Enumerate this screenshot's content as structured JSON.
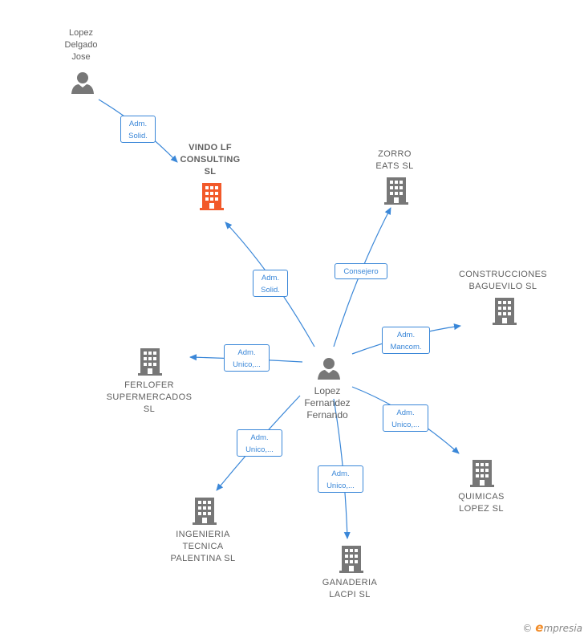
{
  "colors": {
    "edge": "#3a87d8",
    "node_gray": "#777777",
    "highlight": "#f2592a"
  },
  "nodes": {
    "lopez_delgado": {
      "label": "Lopez\nDelgado\nJose",
      "icon": "person-icon"
    },
    "vindo": {
      "label": "VINDO LF\nCONSULTING\nSL",
      "icon": "building-icon-highlight"
    },
    "zorro": {
      "label": "ZORRO\nEATS  SL",
      "icon": "building-icon"
    },
    "construcciones": {
      "label": "CONSTRUCCIONES\nBAGUEVILO SL",
      "icon": "building-icon"
    },
    "ferlofer": {
      "label": "FERLOFER\nSUPERMERCADOS\nSL",
      "icon": "building-icon"
    },
    "center": {
      "label": "Lopez\nFernandez\nFernando",
      "icon": "person-icon"
    },
    "quimicas": {
      "label": "QUIMICAS\nLOPEZ SL",
      "icon": "building-icon"
    },
    "ingenieria": {
      "label": "INGENIERIA\nTECNICA\nPALENTINA  SL",
      "icon": "building-icon"
    },
    "ganaderia": {
      "label": "GANADERIA\nLACPI  SL",
      "icon": "building-icon"
    }
  },
  "edges": {
    "delgado_vindo": "Adm.\nSolid.",
    "center_vindo": "Adm.\nSolid.",
    "center_zorro": "Consejero",
    "center_construcciones": "Adm.\nMancom.",
    "center_ferlofer": "Adm.\nUnico,...",
    "center_quimicas": "Adm.\nUnico,...",
    "center_ingenieria": "Adm.\nUnico,...",
    "center_ganaderia": "Adm.\nUnico,..."
  },
  "watermark": {
    "copyright": "©",
    "brand_initial": "e",
    "brand_rest": "mpresia"
  }
}
